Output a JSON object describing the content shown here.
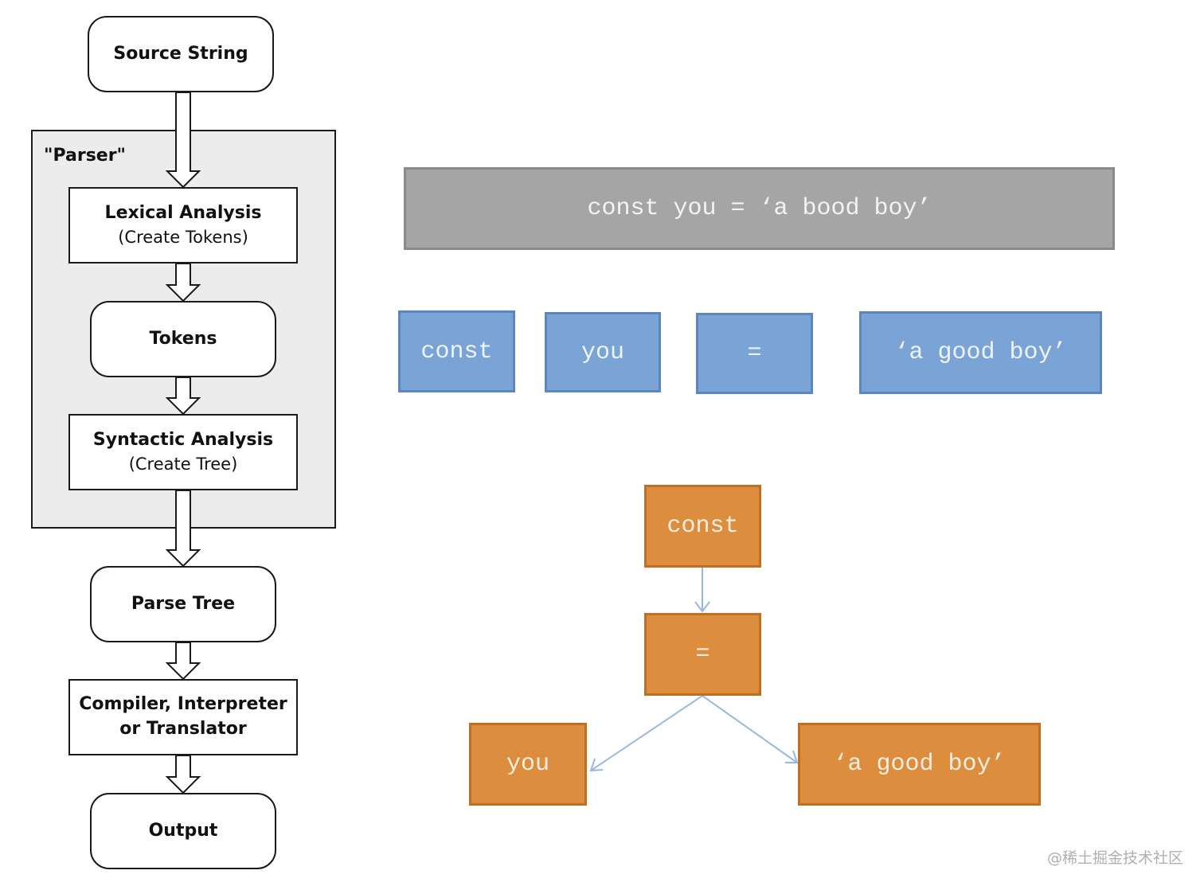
{
  "flowchart": {
    "source": "Source String",
    "parser_label": "\"Parser\"",
    "lexical": {
      "title": "Lexical Analysis",
      "subtitle": "(Create Tokens)"
    },
    "tokens": "Tokens",
    "syntactic": {
      "title": "Syntactic Analysis",
      "subtitle": "(Create Tree)"
    },
    "parse_tree": "Parse Tree",
    "compiler": {
      "line1": "Compiler, Interpreter",
      "line2": "or Translator"
    },
    "output": "Output"
  },
  "source_code": "const you = ‘a bood boy’",
  "tokens": [
    "const",
    "you",
    "=",
    "‘a good boy’"
  ],
  "tree": {
    "root": "const",
    "assign": "=",
    "left": "you",
    "right": "‘a good boy’"
  },
  "colors": {
    "source_box": "#a5a5a5",
    "token_box": "#7aa3d6",
    "tree_box": "#dc8e3e",
    "tree_arrow": "#9ab7df"
  },
  "watermark": "@稀土掘金技术社区"
}
